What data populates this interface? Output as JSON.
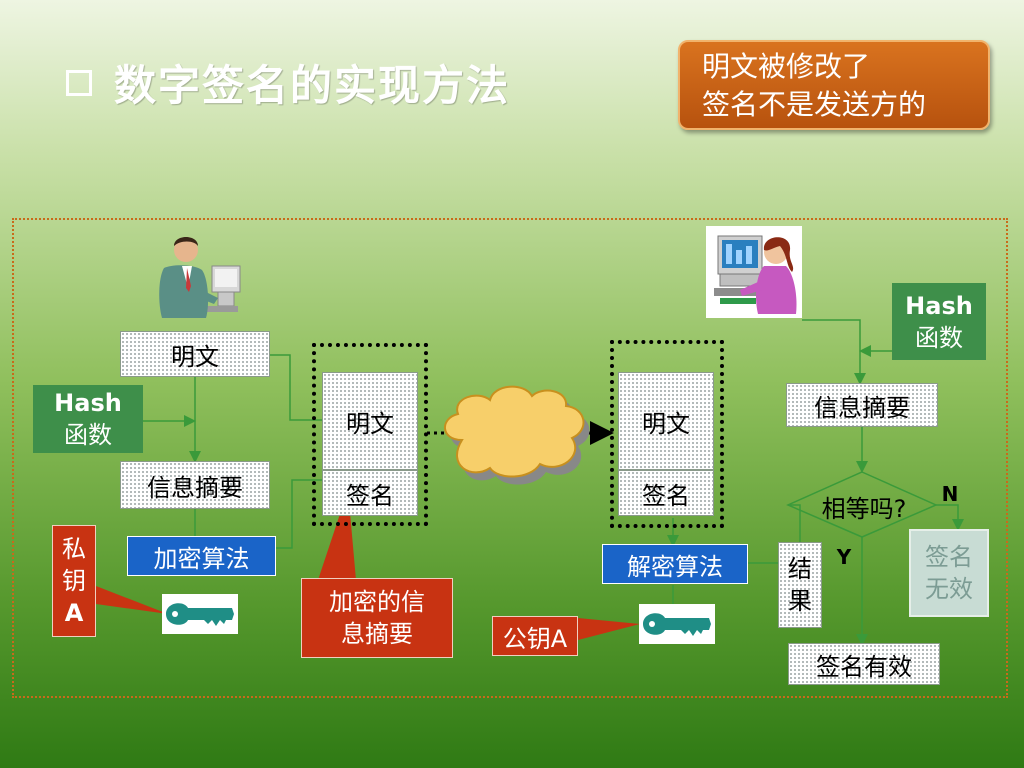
{
  "title": "数字签名的实现方法",
  "callout": {
    "line1": "明文被修改了",
    "line2": "签名不是发送方的"
  },
  "sender": {
    "plaintext": "明文",
    "hash_line1": "Hash",
    "hash_line2": "函数",
    "digest": "信息摘要",
    "encrypt": "加密算法",
    "private_key_line1": "私",
    "private_key_line2": "钥",
    "private_key_line3": "A"
  },
  "packet_sent": {
    "plaintext": "明文",
    "signature": "签名"
  },
  "encrypted_digest_callout": {
    "line1": "加密的信",
    "line2": "息摘要"
  },
  "packet_received": {
    "plaintext": "明文",
    "signature": "签名"
  },
  "receiver": {
    "hash_line1": "Hash",
    "hash_line2": "函数",
    "digest": "信息摘要",
    "compare": "相等吗?",
    "no": "N",
    "yes": "Y",
    "invalid_line1": "签名",
    "invalid_line2": "无效",
    "decrypt": "解密算法",
    "result_line1": "结",
    "result_line2": "果",
    "valid": "签名有效",
    "public_key": "公钥A"
  }
}
